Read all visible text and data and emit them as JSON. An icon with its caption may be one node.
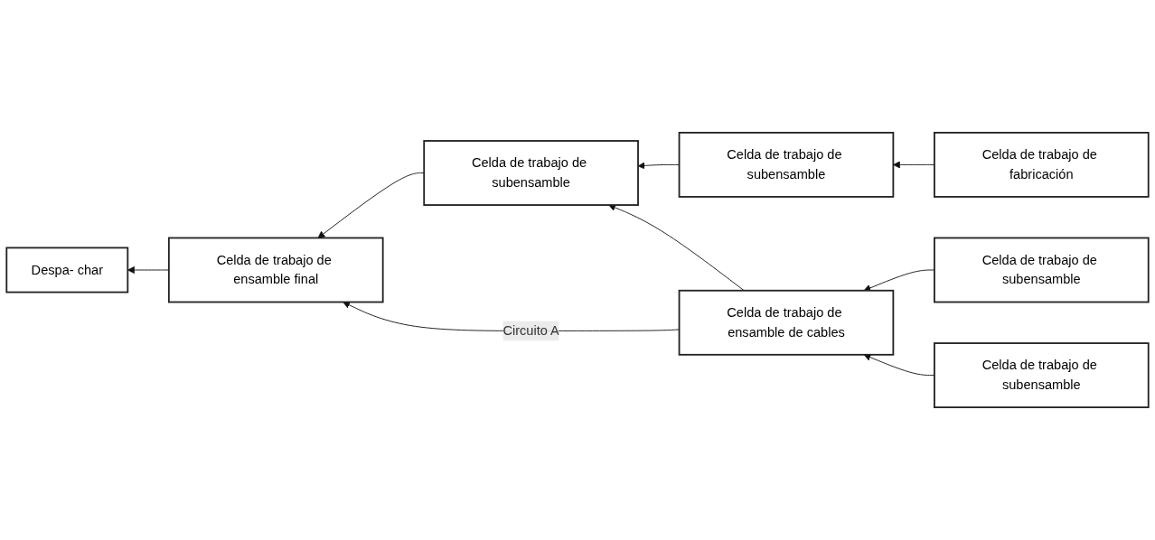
{
  "diagram": {
    "nodes": [
      {
        "text": [
          "Despa- char"
        ]
      },
      {
        "text": [
          "Celda de trabajo de ensamble final"
        ]
      },
      {
        "text": [
          "Celda de trabajo de subensamble"
        ]
      },
      {
        "text": [
          "Celda de trabajo de subensamble"
        ]
      },
      {
        "text": [
          "Celda de trabajo de fabricación"
        ]
      },
      {
        "text": [
          "Celda de trabajo de ensamble de cables"
        ]
      },
      {
        "text": [
          "Celda de trabajo de subensamble"
        ]
      },
      {
        "text": [
          "Celda de trabajo de subensamble"
        ]
      }
    ],
    "edges": [
      {
        "from": 1,
        "to": 0,
        "arrow": "to"
      },
      {
        "from": 2,
        "to": 1,
        "arrow": "to"
      },
      {
        "from": 3,
        "to": 2,
        "arrow": "to"
      },
      {
        "from": 4,
        "to": 3,
        "arrow": "to"
      },
      {
        "from": 5,
        "to": 2,
        "arrow": "to"
      },
      {
        "from": 5,
        "to": 1,
        "arrow": "to",
        "label": "Circuito A"
      },
      {
        "from": 6,
        "to": 5,
        "arrow": "to"
      },
      {
        "from": 7,
        "to": 5,
        "arrow": "to"
      }
    ]
  }
}
